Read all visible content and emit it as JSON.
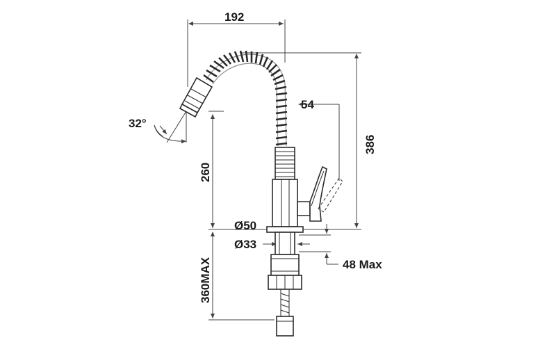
{
  "diagram": {
    "labels": {
      "width_top": "192",
      "angle": "32°",
      "spout_height": "260",
      "spray_reach": "54",
      "total_height": "386",
      "base_diameter": "Ø50",
      "shank_diameter": "Ø33",
      "max_deck_thickness": "48 Max",
      "hose_length": "360MAX"
    }
  }
}
